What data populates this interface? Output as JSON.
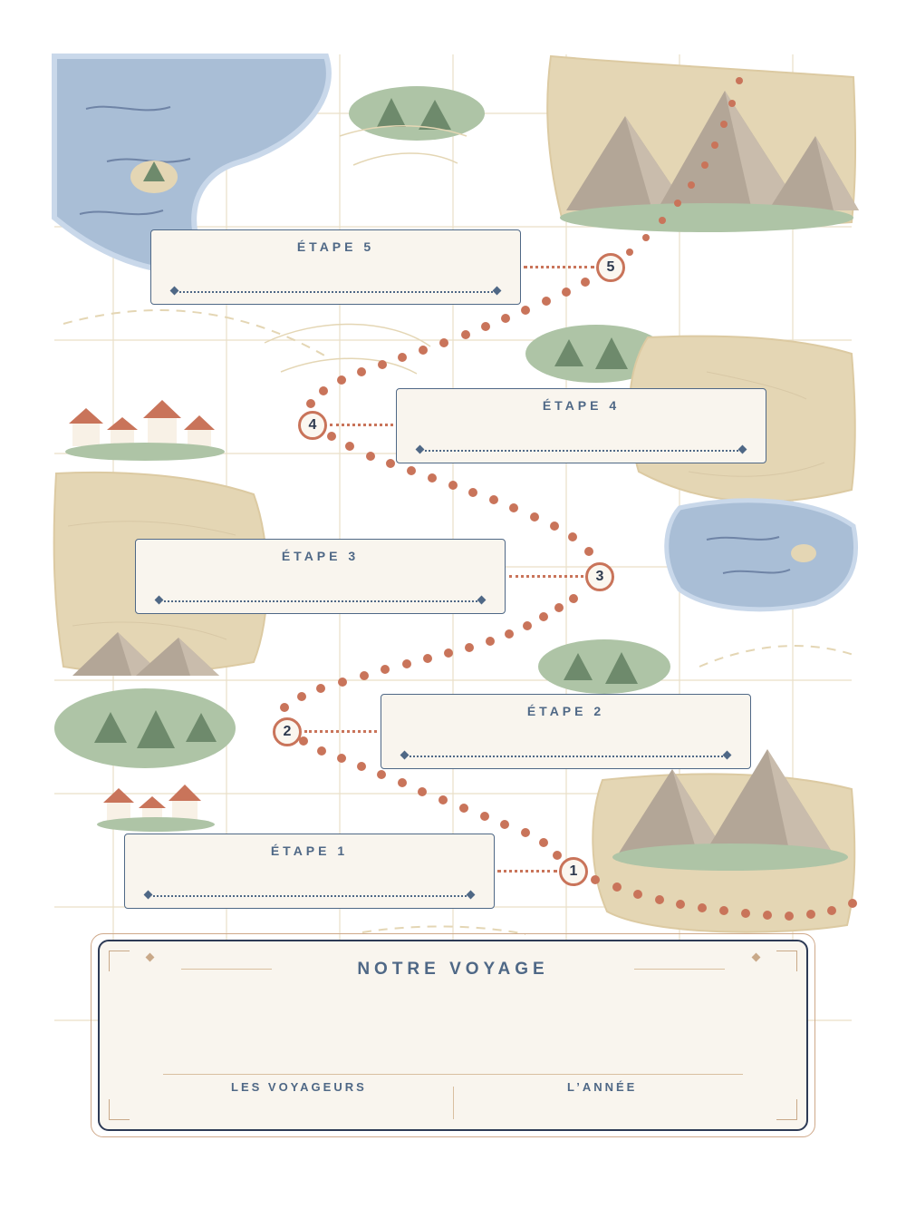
{
  "stages": [
    {
      "label": "ÉTAPE 5",
      "number": "5"
    },
    {
      "label": "ÉTAPE 4",
      "number": "4"
    },
    {
      "label": "ÉTAPE 3",
      "number": "3"
    },
    {
      "label": "ÉTAPE 2",
      "number": "2"
    },
    {
      "label": "ÉTAPE 1",
      "number": "1"
    }
  ],
  "footer": {
    "title": "NOTRE VOYAGE",
    "travelers_label": "LES VOYAGEURS",
    "year_label": "L’ANNÉE"
  },
  "colors": {
    "water": "#a9bed6",
    "sand": "#e4d6b4",
    "grass": "#aec4a6",
    "mountain": "#b3a697",
    "path": "#c9745a",
    "ink": "#4f6886"
  }
}
